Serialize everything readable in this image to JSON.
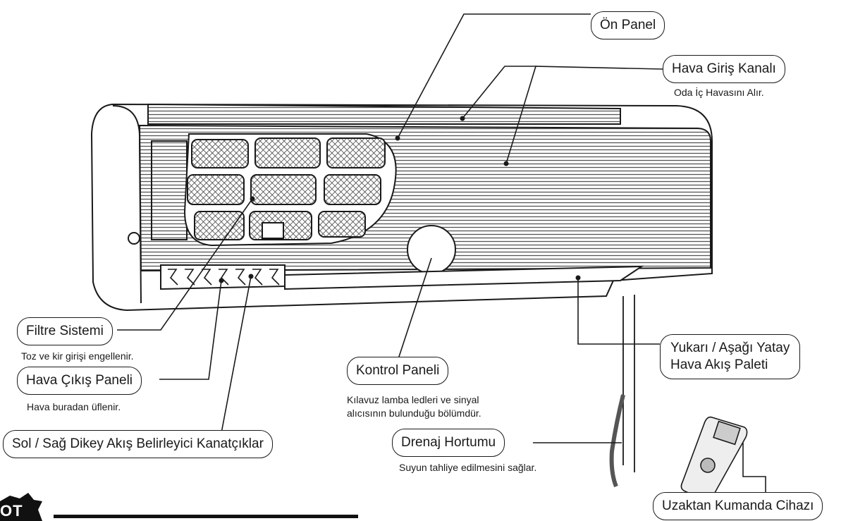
{
  "labels": {
    "front_panel": "Ön Panel",
    "air_intake": "Hava Giriş Kanalı",
    "filter_system": "Filtre Sistemi",
    "air_outlet": "Hava Çıkış Paneli",
    "vertical_louvers": "Sol / Sağ  Dikey Akış Belirleyici Kanatçıklar",
    "control_panel": "Kontrol Paneli",
    "drain_hose": "Drenaj Hortumu",
    "horizontal_flap_line1": "Yukarı / Aşağı Yatay",
    "horizontal_flap_line2": "Hava Akış Paleti",
    "remote_control": "Uzaktan Kumanda Cihazı"
  },
  "descriptions": {
    "air_intake": "Oda İç Havasını Alır.",
    "filter_system": "Toz ve kir girişi engellenir.",
    "air_outlet": "Hava buradan üflenir.",
    "control_panel_line1": "Kılavuz lamba ledleri ve sinyal",
    "control_panel_line2": "alıcısının bulunduğu bölümdür.",
    "drain_hose": "Suyun tahliye edilmesini sağlar."
  },
  "note": {
    "badge_text": "OT"
  },
  "colors": {
    "ink": "#1a1a1a",
    "paper": "#ffffff"
  },
  "icons": [
    "air-conditioner-indoor-unit",
    "remote-control-icon",
    "note-badge-icon"
  ]
}
